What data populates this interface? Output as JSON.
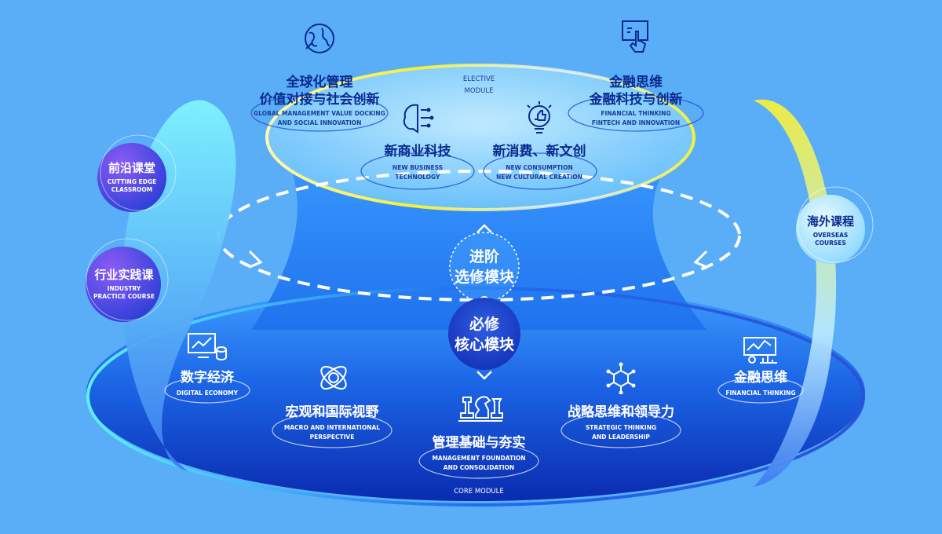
{
  "elective": {
    "title": "ELECTIVE",
    "subtitle": "MODULE",
    "items": [
      {
        "zh1": "全球化管理",
        "zh2": "价值对接与社会创新",
        "en1": "GLOBAL MANAGEMENT VALUE DOCKING",
        "en2": "AND SOCIAL INNOVATION",
        "icon": "globe-icon"
      },
      {
        "zh1": "金融思维",
        "zh2": "金融科技与创新",
        "en1": "FINANCIAL THINKING",
        "en2": "FINTECH AND INNOVATION",
        "icon": "touch-screen-icon"
      },
      {
        "zh1": "新商业科技",
        "en1": "NEW BUSINESS",
        "en2": "TECHNOLOGY",
        "icon": "brain-circuit-icon"
      },
      {
        "zh1": "新消费、新文创",
        "en1": "NEW CONSUMPTION",
        "en2": "NEW CULTURAL CREATION",
        "icon": "lightbulb-thumb-icon"
      }
    ]
  },
  "center": {
    "advanced_l1": "进阶",
    "advanced_l2": "选修模块",
    "required_l1": "必修",
    "required_l2": "核心模块"
  },
  "core": {
    "label": "CORE MODULE",
    "items": [
      {
        "zh": "数字经济",
        "en1": "DIGITAL ECONOMY",
        "icon": "monitor-chart-icon"
      },
      {
        "zh": "宏观和国际视野",
        "en1": "MACRO AND INTERNATIONAL",
        "en2": "PERSPECTIVE",
        "icon": "atom-orbit-icon"
      },
      {
        "zh": "管理基础与夯实",
        "en1": "MANAGEMENT FOUNDATION",
        "en2": "AND CONSOLIDATION",
        "icon": "chess-pieces-icon"
      },
      {
        "zh": "战略思维和领导力",
        "en1": "STRATEGIC THINKING",
        "en2": "AND LEADERSHIP",
        "icon": "network-cube-icon"
      },
      {
        "zh": "金融思维",
        "en1": "FINANCIAL THINKING",
        "icon": "stock-chart-icon"
      }
    ]
  },
  "bubbles": {
    "cutting": {
      "zh": "前沿课堂",
      "en1": "CUTTING EDGE",
      "en2": "CLASSROOM"
    },
    "industry": {
      "zh": "行业实践课",
      "en1": "INDUSTRY",
      "en2": "PRACTICE COURSE"
    },
    "overseas": {
      "zh": "海外课程",
      "en1": "OVERSEAS",
      "en2": "COURSES"
    }
  },
  "colors": {
    "background": "#5aaef8",
    "navy_text": "#0a2a8f",
    "yellow_ring": "#f1ec3a",
    "cyan_ring": "#5ef0ff",
    "core_deep": "#0a2bb8"
  }
}
